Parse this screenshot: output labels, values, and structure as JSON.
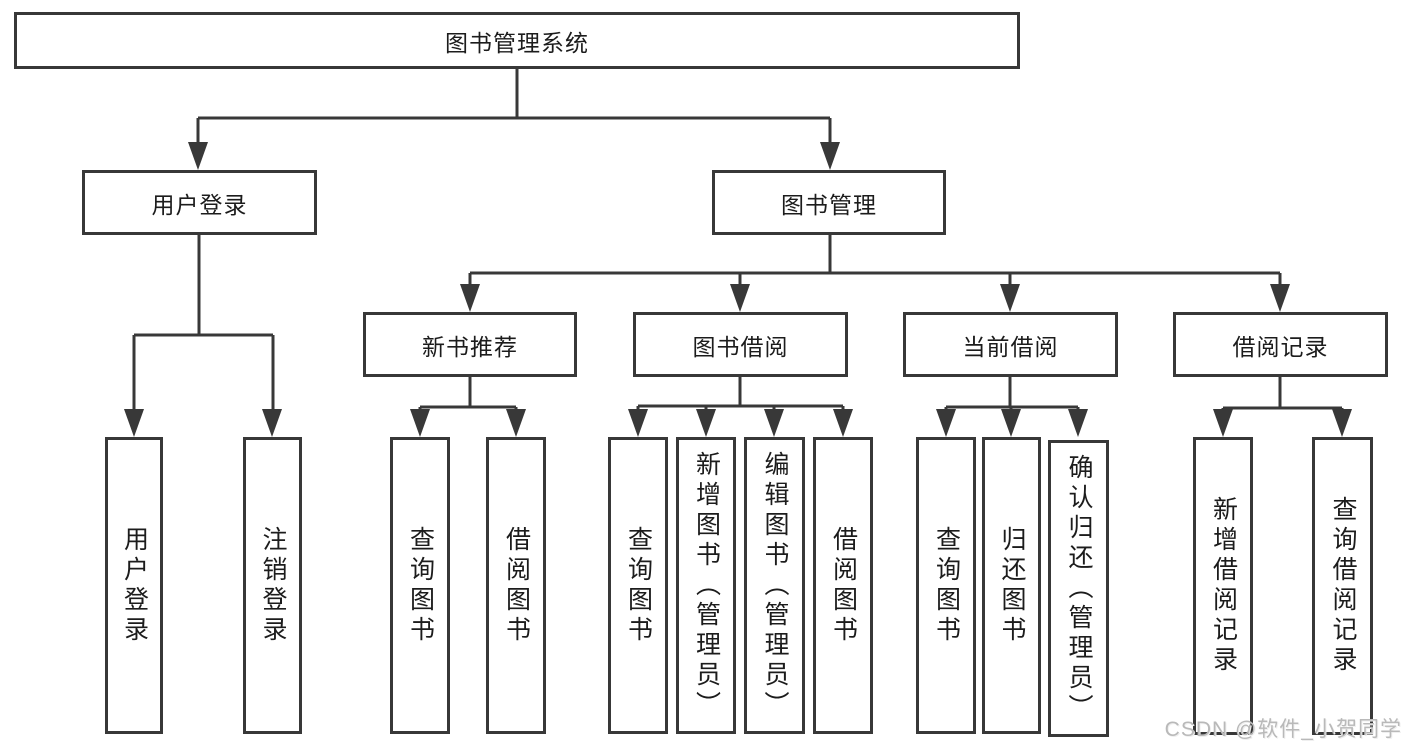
{
  "colors": {
    "line": "#383838",
    "text": "#1c1c1c",
    "box_bg": "#ffffff",
    "watermark": "#b9b9b9"
  },
  "watermark": {
    "text": "CSDN @软件_小贺同学"
  },
  "tree": {
    "label": "图书管理系统",
    "children": [
      {
        "label": "用户登录",
        "children": [
          {
            "label": "用户登录"
          },
          {
            "label": "注销登录"
          }
        ]
      },
      {
        "label": "图书管理",
        "children": [
          {
            "label": "新书推荐",
            "children": [
              {
                "label": "查询图书"
              },
              {
                "label": "借阅图书"
              }
            ]
          },
          {
            "label": "图书借阅",
            "children": [
              {
                "label": "查询图书"
              },
              {
                "label": "新增图书（管理员）"
              },
              {
                "label": "编辑图书（管理员）"
              },
              {
                "label": "借阅图书"
              }
            ]
          },
          {
            "label": "当前借阅",
            "children": [
              {
                "label": "查询图书"
              },
              {
                "label": "归还图书"
              },
              {
                "label": "确认归还（管理员）"
              }
            ]
          },
          {
            "label": "借阅记录",
            "children": [
              {
                "label": "新增借阅记录"
              },
              {
                "label": "查询借阅记录"
              }
            ]
          }
        ]
      }
    ]
  }
}
